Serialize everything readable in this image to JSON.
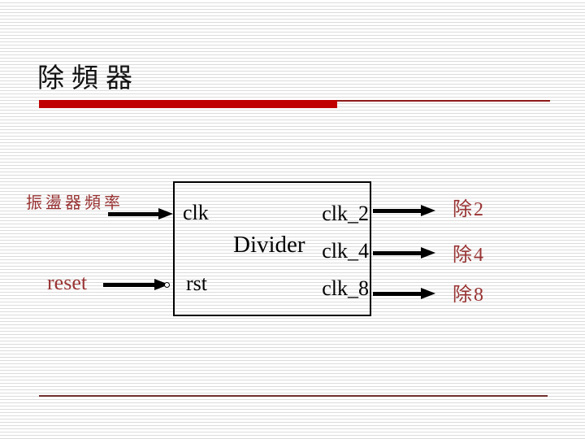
{
  "slide": {
    "title": "除頻器"
  },
  "diagram": {
    "block_label": "Divider",
    "inputs": [
      {
        "label": "振盪器頻率",
        "port": "clk",
        "active_low": false
      },
      {
        "label": "reset",
        "port": "rst",
        "active_low": true
      }
    ],
    "outputs": [
      {
        "port": "clk_2",
        "label": "除2"
      },
      {
        "port": "clk_4",
        "label": "除4"
      },
      {
        "port": "clk_8",
        "label": "除8"
      }
    ]
  },
  "colors": {
    "accent_bar": "#c00000",
    "accent_line": "#8e1a1a",
    "red_text": "#993333",
    "text": "#000000",
    "stripe": "#dcdcdc",
    "bottom_rule": "#6f2f2f"
  }
}
